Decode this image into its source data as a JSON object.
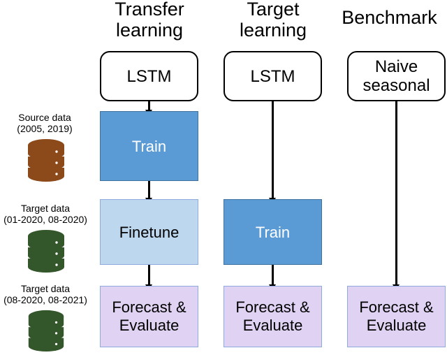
{
  "figure": {
    "type": "flowchart",
    "title": "",
    "background": "#ffffff",
    "columns": [
      {
        "id": "transfer-learning",
        "header": "Transfer\nlearning",
        "nodes": [
          "LSTM",
          "Train",
          "Finetune",
          "Forecast &\nEvaluate"
        ]
      },
      {
        "id": "target-learning",
        "header": "Target\nlearning",
        "nodes": [
          "LSTM",
          "Train",
          "Forecast &\nEvaluate"
        ]
      },
      {
        "id": "benchmark",
        "header": "Benchmark",
        "nodes": [
          "Naive\nseasonal",
          "Forecast &\nEvaluate"
        ]
      }
    ]
  },
  "headers": {
    "transfer": "Transfer\nlearning",
    "target": "Target\nlearning",
    "benchmark": "Benchmark"
  },
  "nodes": {
    "lstm": "LSTM",
    "naive_seasonal": "Naive\nseasonal",
    "train": "Train",
    "finetune": "Finetune",
    "forecast_evaluate": "Forecast &\nEvaluate"
  },
  "data_sources": [
    {
      "id": "source-data",
      "name": "Source data",
      "range": "(2005, 2019)",
      "label": "Source data\n(2005, 2019)",
      "color": "#8C4A1A",
      "icon": "database-cylinder-icon"
    },
    {
      "id": "target-data-train",
      "name": "Target data",
      "range": "(01-2020, 08-2020)",
      "label": "Target data\n(01-2020, 08-2020)",
      "color": "#33562A",
      "icon": "database-cylinder-icon"
    },
    {
      "id": "target-data-test",
      "name": "Target data",
      "range": "(08-2020, 08-2021)",
      "label": "Target data\n(08-2020, 08-2021)",
      "color": "#33562A",
      "icon": "database-cylinder-icon"
    }
  ],
  "colors": {
    "train_fill": "#5B9BD5",
    "train_text": "#FFFFFF",
    "finetune_fill": "#BDD7EE",
    "forecast_fill": "#E0D2F2",
    "box_border": "#8FAADC",
    "model_border": "#000000",
    "model_fill": "#FFFFFF",
    "arrow": "#000000",
    "source_cylinder": "#8C4A1A",
    "target_cylinder": "#33562A"
  }
}
